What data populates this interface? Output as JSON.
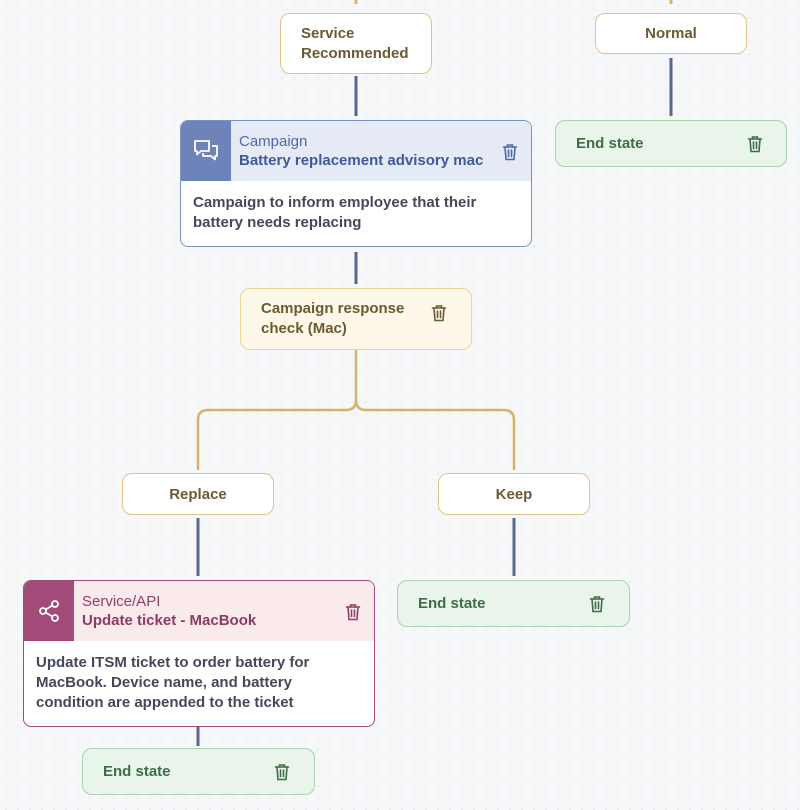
{
  "nodes": {
    "service_recommended": {
      "label": "Service Recommended"
    },
    "normal": {
      "label": "Normal"
    },
    "end_state_normal": {
      "label": "End state"
    },
    "campaign_card": {
      "type_label": "Campaign",
      "title": "Battery replacement advisory mac",
      "description": "Campaign to inform employee that their battery needs replacing"
    },
    "campaign_response_check": {
      "label": "Campaign response check (Mac)"
    },
    "replace": {
      "label": "Replace"
    },
    "keep": {
      "label": "Keep"
    },
    "end_state_keep": {
      "label": "End state"
    },
    "service_card": {
      "type_label": "Service/API",
      "title": "Update ticket - MacBook",
      "description": "Update ITSM ticket to order battery for MacBook. Device name, and battery condition are appended to the ticket"
    },
    "end_state_service": {
      "label": "End state"
    }
  },
  "icons": {
    "campaign": "chat-bubbles-icon",
    "service": "share-nodes-icon",
    "delete": "trash-icon"
  },
  "colors": {
    "decision_border": "#ead596",
    "branch_line": "#d8b26a",
    "connector_line": "#56688f",
    "campaign_accent": "#6d83b9",
    "service_accent": "#a24a78",
    "end_state_fill": "#e9f4ea"
  }
}
